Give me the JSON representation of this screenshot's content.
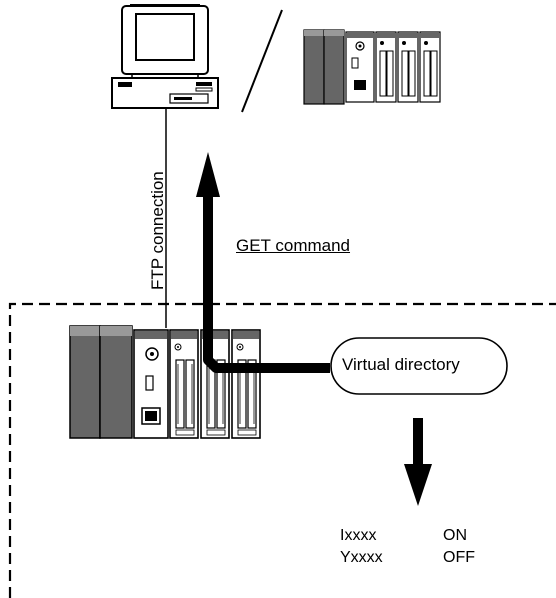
{
  "labels": {
    "ftp_connection": "FTP connection",
    "get_command": "GET command",
    "virtual_directory": "Virtual directory"
  },
  "io_status": [
    {
      "device": "Ixxxx",
      "state": "ON"
    },
    {
      "device": "Yxxxx",
      "state": "OFF"
    }
  ]
}
